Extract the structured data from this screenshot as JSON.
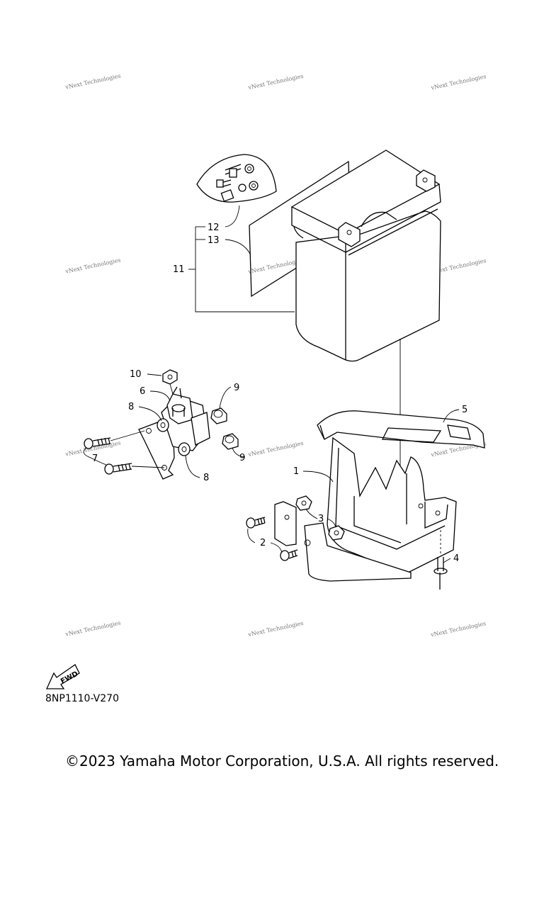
{
  "watermark_text": "vNext Technologies",
  "callouts": {
    "c1": "1",
    "c2": "2",
    "c3": "3",
    "c4": "4",
    "c5": "5",
    "c6": "6",
    "c7": "7",
    "c8a": "8",
    "c8b": "8",
    "c9a": "9",
    "c9b": "9",
    "c10": "10",
    "c11": "11",
    "c12": "12",
    "c13": "13"
  },
  "fwd_label": "FWD",
  "diagram_code": "8NP1110-V270",
  "copyright": "©2023 Yamaha Motor Corporation, U.S.A. All rights reserved."
}
